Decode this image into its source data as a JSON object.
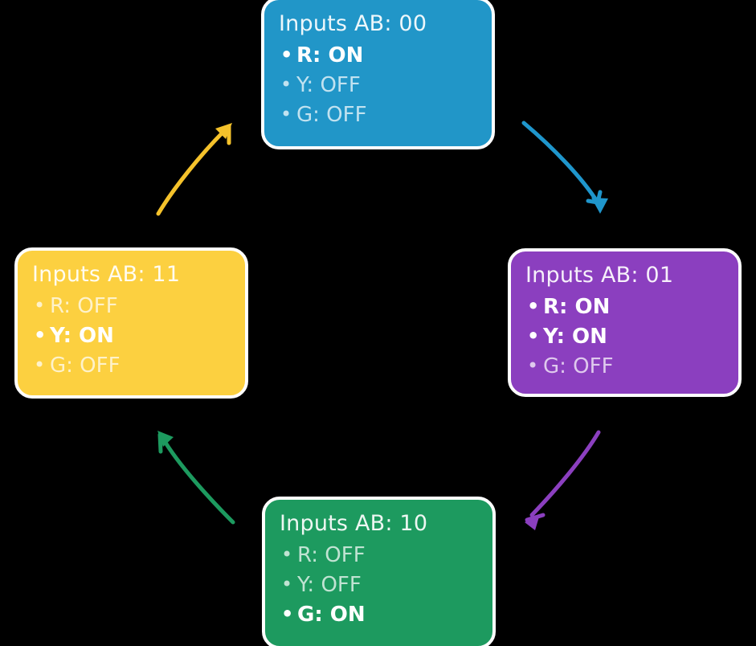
{
  "diagram": {
    "type": "state-cycle",
    "background_color": "#000000",
    "node_border_color": "#ffffff",
    "nodes": [
      {
        "id": "state-00",
        "title": "Inputs AB: 00",
        "color": "#2196c8",
        "position": "top",
        "lamps": [
          {
            "label": "R: ON",
            "state": "ON"
          },
          {
            "label": "Y: OFF",
            "state": "OFF"
          },
          {
            "label": "G: OFF",
            "state": "OFF"
          }
        ]
      },
      {
        "id": "state-01",
        "title": "Inputs AB: 01",
        "color": "#8b3fbf",
        "position": "right",
        "lamps": [
          {
            "label": "R: ON",
            "state": "ON"
          },
          {
            "label": "Y: ON",
            "state": "ON"
          },
          {
            "label": "G: OFF",
            "state": "OFF"
          }
        ]
      },
      {
        "id": "state-10",
        "title": "Inputs AB: 10",
        "color": "#1d9a5f",
        "position": "bottom",
        "lamps": [
          {
            "label": "R: OFF",
            "state": "OFF"
          },
          {
            "label": "Y: OFF",
            "state": "OFF"
          },
          {
            "label": "G: ON",
            "state": "ON"
          }
        ]
      },
      {
        "id": "state-11",
        "title": "Inputs AB: 11",
        "color": "#fcd040",
        "position": "left",
        "lamps": [
          {
            "label": "R: OFF",
            "state": "OFF"
          },
          {
            "label": "Y: ON",
            "state": "ON"
          },
          {
            "label": "G: OFF",
            "state": "OFF"
          }
        ]
      }
    ],
    "arrows": [
      {
        "id": "arrow-top-to-right",
        "from": "state-00",
        "to": "state-01",
        "color": "#1f96cc"
      },
      {
        "id": "arrow-right-to-bottom",
        "from": "state-01",
        "to": "state-10",
        "color": "#8b3fbf"
      },
      {
        "id": "arrow-bottom-to-left",
        "from": "state-10",
        "to": "state-11",
        "color": "#1d9a5f"
      },
      {
        "id": "arrow-left-to-top",
        "from": "state-11",
        "to": "state-00",
        "color": "#f5c22b"
      }
    ]
  }
}
